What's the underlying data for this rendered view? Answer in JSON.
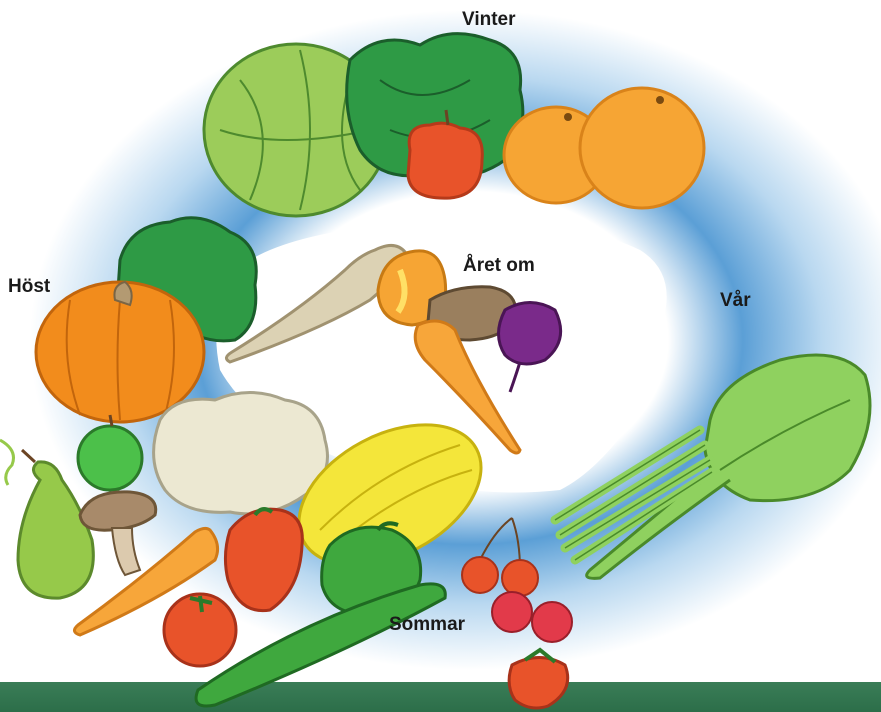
{
  "labels": {
    "winter": "Vinter",
    "autumn": "Höst",
    "year_round": "Året om",
    "spring": "Vår",
    "summer": "Sommar"
  },
  "colors": {
    "ring_blue": "#5b9fd6",
    "ground_green": "#2c6e49",
    "label_text": "#1a1a1a"
  }
}
